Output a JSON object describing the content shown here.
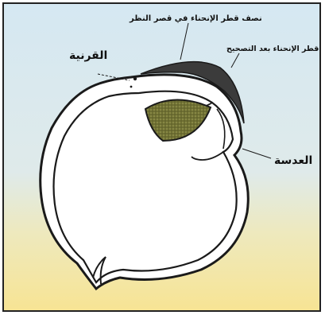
{
  "labels": {
    "radius_before": "نصف قطر الإنحناء في قصر النظر",
    "radius_after": "نصف قطر الإنحناء بعد التصحيح",
    "cornea": "القرنية",
    "lens": "العدسة"
  },
  "colors": {
    "background_top": "#d3e7f1",
    "background_bottom": "#f5e49a",
    "eye_fill": "#ffffff",
    "outline": "#1a1a1a",
    "corrected_cap": "#3a3a3a",
    "lens_fill": "#7a7a3a"
  }
}
